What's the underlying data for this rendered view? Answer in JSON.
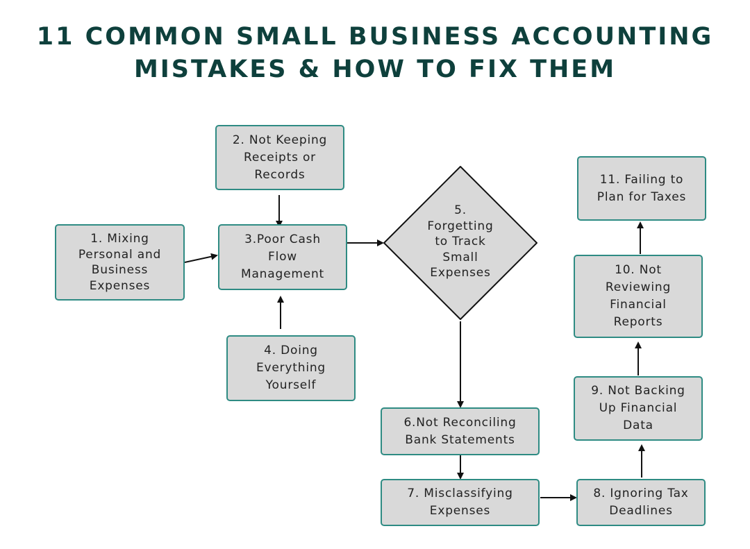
{
  "title_line1": "11 COMMON SMALL BUSINESS ACCOUNTING",
  "title_line2": "MISTAKES & HOW TO FIX THEM",
  "nodes": [
    {
      "label": "1.       Mixing\nPersonal and\nBusiness\nExpenses"
    },
    {
      "label": "2. Not Keeping\nReceipts or\nRecords"
    },
    {
      "label": "3.Poor Cash\nFlow\nManagement"
    },
    {
      "label": "4. Doing\nEverything\nYourself"
    },
    {
      "label": "5.\nForgetting\nto Track\nSmall\nExpenses"
    },
    {
      "label": "6.Not Reconciling\nBank Statements"
    },
    {
      "label": "7. Misclassifying\nExpenses"
    },
    {
      "label": "8. Ignoring Tax\nDeadlines"
    },
    {
      "label": "9. Not Backing\nUp Financial\nData"
    },
    {
      "label": "10. Not\nReviewing\nFinancial\nReports"
    },
    {
      "label": "11. Failing to\nPlan for Taxes"
    }
  ],
  "colors": {
    "title": "#0e403c",
    "node_fill": "#d9d9d9",
    "node_border": "#2e8b83",
    "edge": "#111111"
  }
}
